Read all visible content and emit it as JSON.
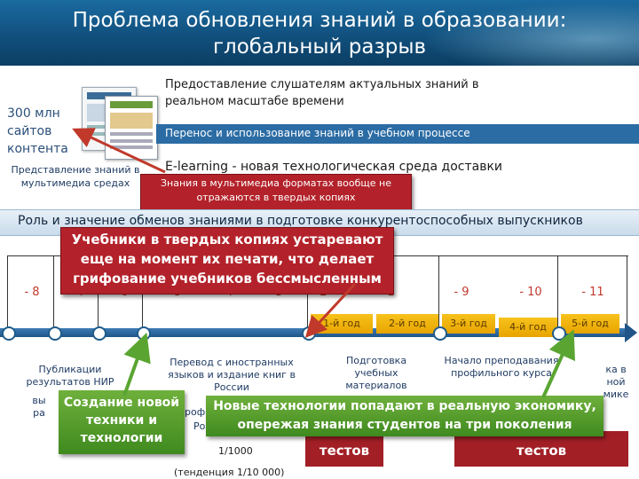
{
  "title": "Проблема обновления знаний в образовании: глобальный разрыв",
  "left_block": {
    "sites": "300 млн сайтов контента",
    "multimedia": "Представление знаний в мультимедиа средах"
  },
  "statements": {
    "relevant": "Предоставление слушателям актуальных знаний в реальном масштабе времени",
    "transfer": "Перенос и использование знаний в учебном процессе",
    "elearning": "E-learning - новая технологическая среда доставки"
  },
  "callouts": {
    "multimedia_not_hardcopy": "Знания в мультимедиа форматах вообще не отражаются в твердых копиях",
    "textbooks": "Учебники в твердых копиях устаревают еще на момент их печати, что делает грифование учебников бессмысленным",
    "new_tech": "Новые технологии попадают в реальную экономику, опережая знания студентов на три поколения",
    "create_tech": "Создание новой техники и технологии"
  },
  "role_banner": "Роль и значение обменов знаниями в подготовке конкурентоспособных выпускников",
  "timeline": {
    "numbers": [
      "- 8",
      "- 7",
      "- 6",
      "- 5",
      "- 4",
      "- 3",
      "- 2",
      "- 1",
      "- 9",
      "- 10",
      "- 11"
    ],
    "years": [
      "1-й год",
      "2-й год",
      "3-й год",
      "4-й год",
      "5-й год"
    ]
  },
  "bottom": {
    "publications": "Публикации результатов НИР",
    "publications_tail": "вы ра",
    "translation": "Перевод с иностранных языков и издание книг в России",
    "prep": "Подготовка учебных материалов",
    "start": "Начало преподавания профильного курса",
    "right_edge": "ка в ной мике",
    "ratio": "1/1000",
    "trend": "(тенденция 1/10 000)",
    "tests_left": "тестов",
    "tests_right": "тестов",
    "hidden1": "рофи",
    "hidden2": "Ро"
  },
  "colors": {
    "header": "#11507d",
    "red": "#b3222a",
    "green": "#4e9a2a",
    "yellow": "#f2b40c",
    "maroon": "#a21f26"
  }
}
